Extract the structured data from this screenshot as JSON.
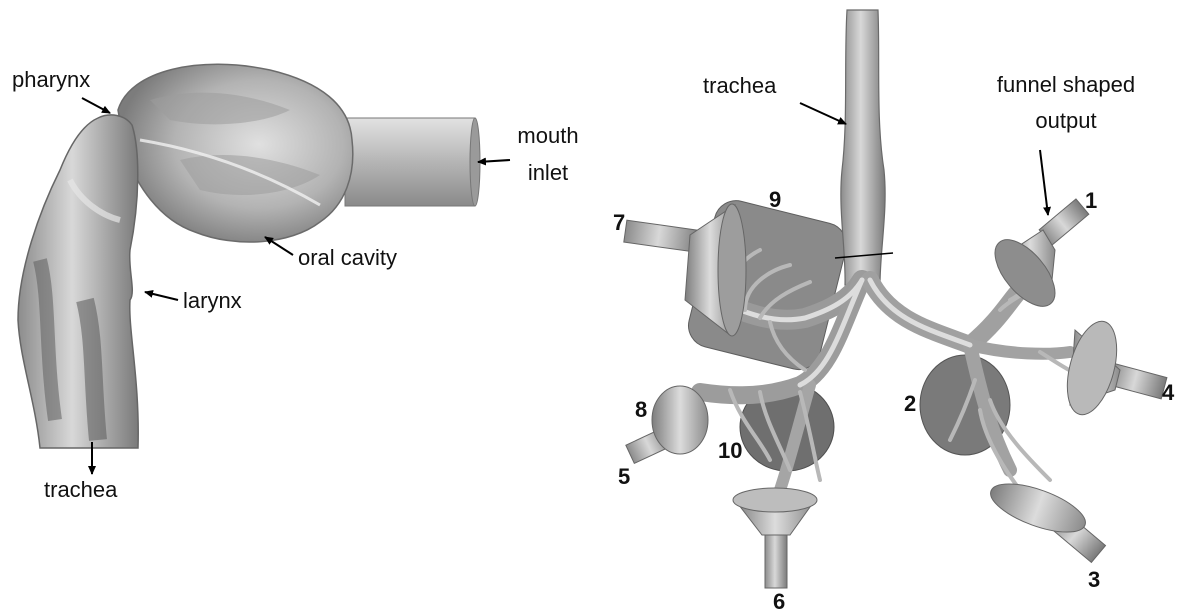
{
  "left_model": {
    "labels": {
      "pharynx": "pharynx",
      "mouth_inlet_line1": "mouth",
      "mouth_inlet_line2": "inlet",
      "oral_cavity": "oral cavity",
      "larynx": "larynx",
      "trachea": "trachea"
    }
  },
  "right_model": {
    "labels": {
      "trachea": "trachea",
      "funnel_line1": "funnel shaped",
      "funnel_line2": "output"
    },
    "outlet_numbers": [
      "1",
      "2",
      "3",
      "4",
      "5",
      "6",
      "7",
      "8",
      "9",
      "10"
    ]
  },
  "colors": {
    "surface_light": "#d4d4d4",
    "surface_mid": "#a8a8a8",
    "surface_dark": "#6e6e6e",
    "disc": "#7f7f7f",
    "arrow": "#000000"
  }
}
